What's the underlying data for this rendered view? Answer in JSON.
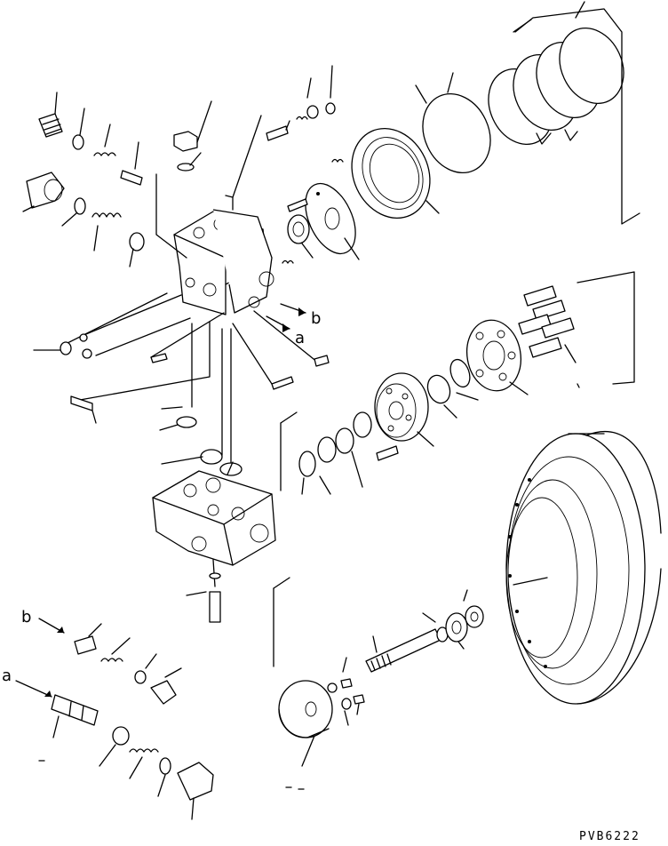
{
  "diagram": {
    "drawing_code": "PVB6222",
    "labels": {
      "a_inline": "a",
      "b_inline": "b",
      "a_left": "a",
      "b_left": "b"
    }
  }
}
